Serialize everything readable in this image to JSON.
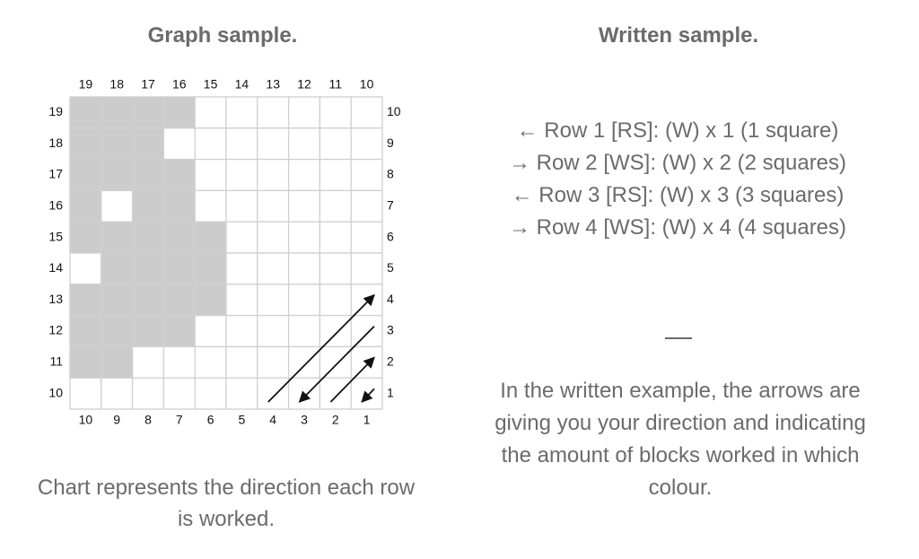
{
  "headings": {
    "graph": "Graph sample.",
    "written": "Written sample."
  },
  "chart": {
    "top_labels": [
      "19",
      "18",
      "17",
      "16",
      "15",
      "14",
      "13",
      "12",
      "11",
      "10"
    ],
    "bottom_labels": [
      "10",
      "9",
      "8",
      "7",
      "6",
      "5",
      "4",
      "3",
      "2",
      "1"
    ],
    "left_labels": [
      "19",
      "18",
      "17",
      "16",
      "15",
      "14",
      "13",
      "12",
      "11",
      "10"
    ],
    "right_labels": [
      "10",
      "9",
      "8",
      "7",
      "6",
      "5",
      "4",
      "3",
      "2",
      "1"
    ],
    "fill_color": "#cccccc",
    "grid_color": "#d0d0d0",
    "filled_cells": [
      [
        1,
        1,
        1,
        1,
        0,
        0,
        0,
        0,
        0,
        0
      ],
      [
        1,
        1,
        1,
        0,
        0,
        0,
        0,
        0,
        0,
        0
      ],
      [
        1,
        1,
        1,
        1,
        0,
        0,
        0,
        0,
        0,
        0
      ],
      [
        1,
        0,
        1,
        1,
        0,
        0,
        0,
        0,
        0,
        0
      ],
      [
        1,
        1,
        1,
        1,
        1,
        0,
        0,
        0,
        0,
        0
      ],
      [
        0,
        1,
        1,
        1,
        1,
        0,
        0,
        0,
        0,
        0
      ],
      [
        1,
        1,
        1,
        1,
        1,
        0,
        0,
        0,
        0,
        0
      ],
      [
        1,
        1,
        1,
        1,
        0,
        0,
        0,
        0,
        0,
        0
      ],
      [
        1,
        1,
        0,
        0,
        0,
        0,
        0,
        0,
        0,
        0
      ],
      [
        0,
        0,
        0,
        0,
        0,
        0,
        0,
        0,
        0,
        0
      ]
    ],
    "arrows": [
      {
        "row": 1,
        "direction": "left",
        "squares": 1
      },
      {
        "row": 2,
        "direction": "right",
        "squares": 2
      },
      {
        "row": 3,
        "direction": "left",
        "squares": 3
      },
      {
        "row": 4,
        "direction": "right",
        "squares": 4
      }
    ]
  },
  "chart_caption": "Chart represents the direction each row is worked.",
  "written_rows": [
    "← Row 1 [RS]: (W) x 1 (1 square)",
    "→ Row 2 [WS]: (W) x 2 (2 squares)",
    "← Row 3 [RS]: (W) x 3 (3 squares)",
    "→ Row 4 [WS]: (W) x 4 (4 squares)"
  ],
  "divider": "—",
  "written_caption": "In the written example, the arrows are giving you your direction and indicating the amount of blocks worked in which colour."
}
